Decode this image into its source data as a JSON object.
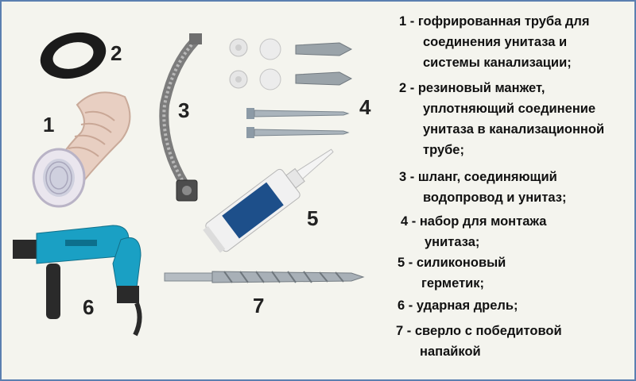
{
  "illustration_numbers": [
    "1",
    "2",
    "3",
    "4",
    "5",
    "6",
    "7"
  ],
  "legend": [
    {
      "lines": [
        "1 - гофрированная труба для",
        "соединения унитаза и",
        "системы канализации;"
      ]
    },
    {
      "lines": [
        "2 - резиновый манжет,",
        "уплотняющий соединение",
        "унитаза в канализационной",
        "трубе;"
      ]
    },
    {
      "lines": [
        "3 - шланг, соединяющий",
        "водопровод и унитаз;"
      ]
    },
    {
      "lines": [
        "4 - набор для монтажа",
        "унитаза;"
      ]
    },
    {
      "lines": [
        "5 - силиконовый",
        "герметик;"
      ]
    },
    {
      "lines": [
        "6 - ударная дрель;"
      ]
    },
    {
      "lines": [
        "7 - сверло с победитовой",
        "напайкой"
      ]
    }
  ],
  "colors": {
    "frame": "#5b7fb0",
    "drill_body": "#1aa0c4",
    "drill_dark": "#2a2a2a",
    "pipe": "#ead9cf",
    "metal": "#8c9aa6"
  }
}
